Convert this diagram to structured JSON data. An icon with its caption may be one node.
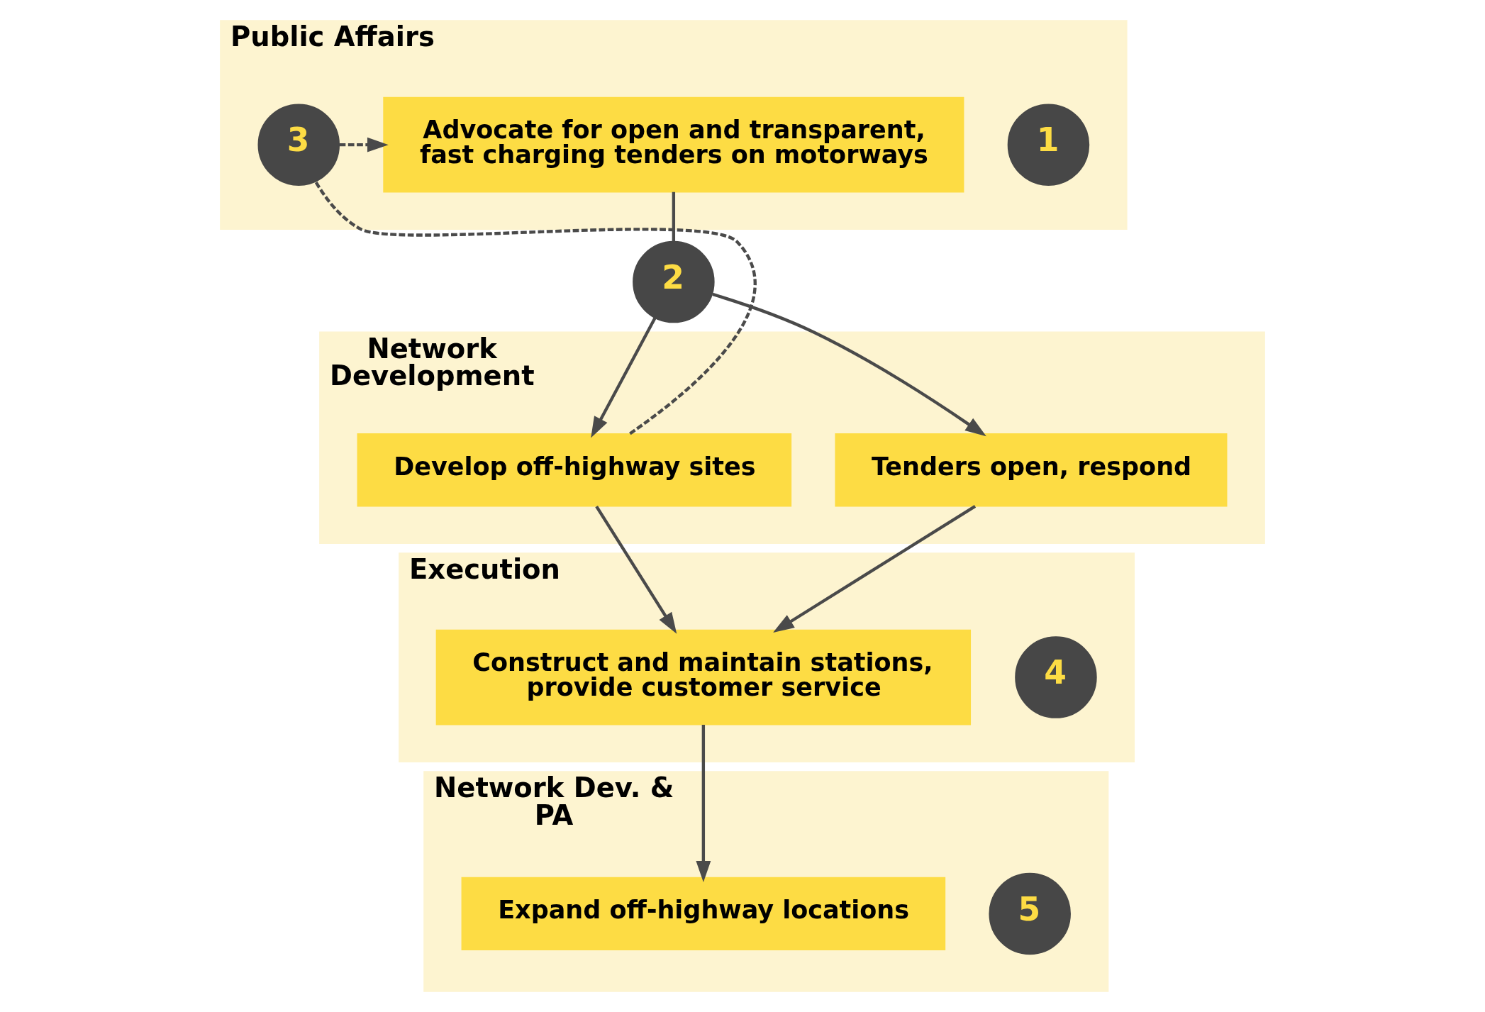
{
  "diagram": {
    "nodes": [
      {
        "text": [
          "Public Affairs"
        ]
      },
      {
        "text": [
          "1"
        ],
        "in": 0
      },
      {
        "text": [
          "Advocate for open and transparent, fast charging tenders on motorways"
        ],
        "in": 0
      },
      {
        "text": [
          "3"
        ],
        "in": 0
      },
      {
        "text": [
          "Network Development"
        ]
      },
      {
        "text": [
          "2"
        ]
      },
      {
        "text": [
          "Tenders open, respond"
        ],
        "in": 4
      },
      {
        "text": [
          "Develop off-highway sites"
        ],
        "in": 4
      },
      {
        "text": [
          "Execution"
        ]
      },
      {
        "text": [
          "4"
        ],
        "in": 8
      },
      {
        "text": [
          "Construct and maintain stations, provide customer service"
        ],
        "in": 8
      },
      {
        "text": [
          "Network Dev. & PA"
        ]
      },
      {
        "text": [
          "5"
        ],
        "in": 11
      },
      {
        "text": [
          "Expand off-highway locations"
        ],
        "in": 11
      }
    ],
    "edges": [
      {
        "from": 2,
        "to": 5,
        "arrow": "none"
      },
      {
        "from": 5,
        "to": 6,
        "arrow": "to"
      },
      {
        "from": 5,
        "to": 7,
        "arrow": "to"
      },
      {
        "from": 7,
        "to": 3,
        "arrow": "none",
        "style": "dashed"
      },
      {
        "from": 3,
        "to": 2,
        "arrow": "to",
        "style": "dashed"
      },
      {
        "from": 6,
        "to": 10,
        "arrow": "to"
      },
      {
        "from": 7,
        "to": 10,
        "arrow": "to"
      },
      {
        "from": 10,
        "to": 13,
        "arrow": "to"
      }
    ]
  }
}
